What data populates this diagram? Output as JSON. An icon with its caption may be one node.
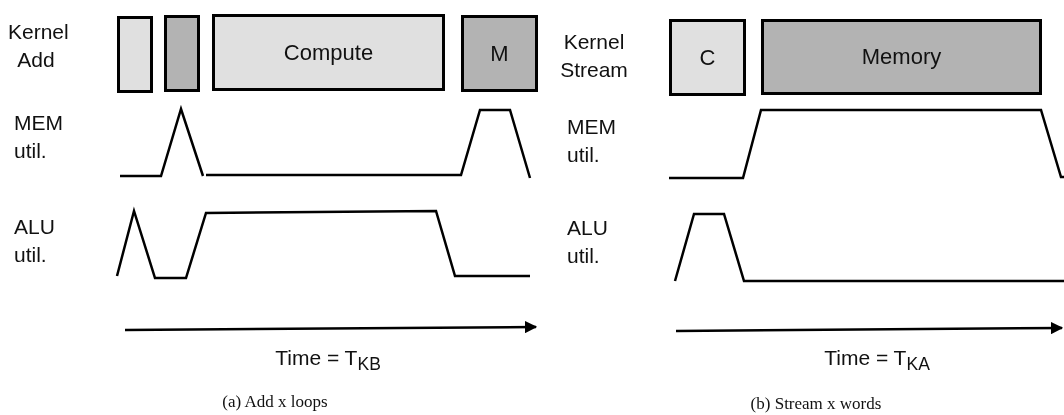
{
  "diagram": {
    "nodes": [
      {
        "text": [],
        "shape": "box"
      },
      {
        "text": [],
        "shape": "box"
      },
      {
        "text": [
          "Compute"
        ]
      },
      {
        "text": [
          "M"
        ]
      },
      {
        "text": [
          "C"
        ]
      },
      {
        "text": [
          "Memory"
        ]
      }
    ],
    "labels": [
      "Kernel Add",
      "MEM util.",
      "ALU util.",
      "Time = T$_{KB}$",
      "(a) Add x loops",
      "Kernel Stream",
      "MEM util.",
      "ALU util.",
      "Time = T$_{KA}$",
      "(b) Stream x words"
    ]
  }
}
